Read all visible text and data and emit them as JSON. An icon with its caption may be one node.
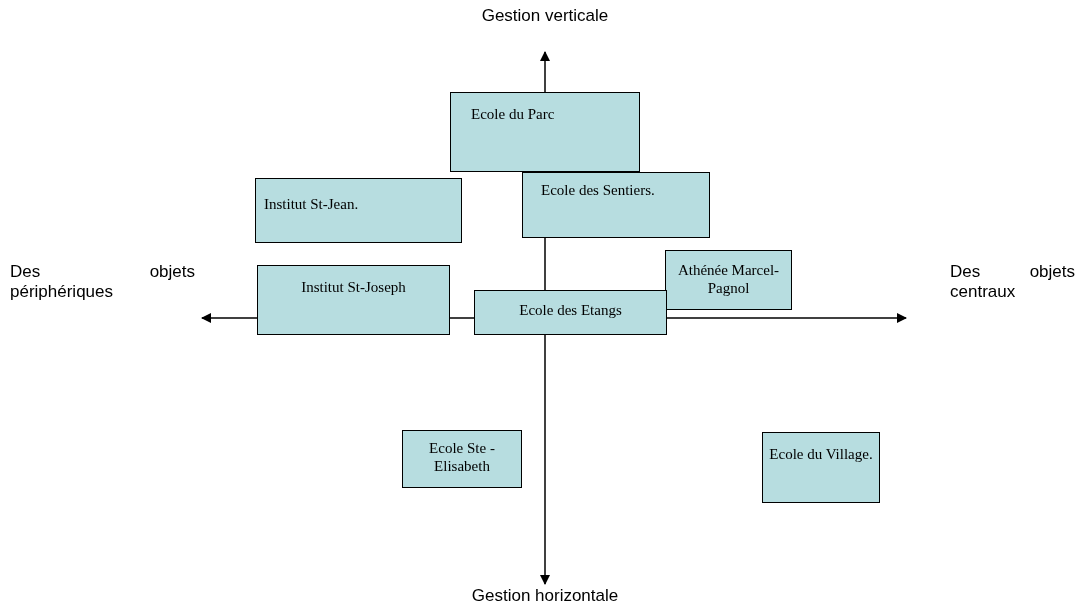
{
  "diagram": {
    "nodes": [
      {
        "text": [
          "Ecole du Parc"
        ]
      },
      {
        "text": [
          "Institut St-Jean."
        ]
      },
      {
        "text": [
          "Ecole des Sentiers."
        ]
      },
      {
        "text": [
          "Athénée Marcel-Pagnol"
        ]
      },
      {
        "text": [
          "Institut St-Joseph"
        ]
      },
      {
        "text": [
          "Ecole des Etangs"
        ]
      },
      {
        "text": [
          "Ecole Ste -Elisabeth"
        ]
      },
      {
        "text": [
          "Ecole du Village."
        ]
      }
    ],
    "labels": [
      "Gestion verticale",
      "Des objets périphériques",
      "Des objets centraux",
      "Gestion horizontale"
    ]
  }
}
